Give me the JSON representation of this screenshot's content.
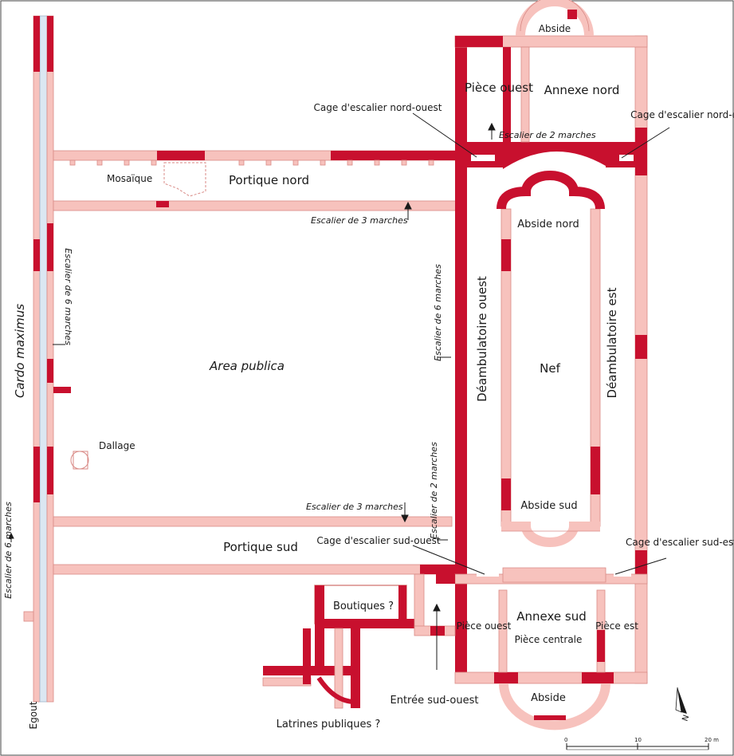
{
  "colors": {
    "wall_extant": "#c8102e",
    "wall_restored": "#f7c2bd",
    "outline": "#d98a86",
    "water": "#dbe7f2",
    "text": "#1a1a1a"
  },
  "labels": {
    "abside_top": "Abside",
    "piece_ouest": "Pièce ouest",
    "annexe_nord": "Annexe nord",
    "cage_nord_ouest": "Cage d'escalier nord-ouest",
    "cage_nord_est": "Cage d'escalier nord-est",
    "escalier_2_top": "Escalier de 2 marches",
    "mosaique": "Mosaïque",
    "portique_nord": "Portique nord",
    "escalier_3_top": "Escalier de 3 marches",
    "abside_nord": "Abside nord",
    "deambulatoire_ouest": "Déambulatoire ouest",
    "deambulatoire_est": "Déambulatoire est",
    "nef": "Nef",
    "cardo_maximus": "Cardo maximus",
    "escalier_6_left": "Escalier de 6 marches",
    "escalier_6_mid": "Escalier de 6 marches",
    "escalier_6_far": "Escalier de 6 marches",
    "area_publica": "Area publica",
    "dallage": "Dallage",
    "escalier_2_side": "Escalier de 2 marches",
    "escalier_3_bottom": "Escalier de 3 marches",
    "abside_sud": "Abside sud",
    "portique_sud": "Portique sud",
    "cage_sud_ouest": "Cage d'escalier sud-ouest",
    "cage_sud_est": "Cage d'escalier sud-est",
    "boutiques": "Boutiques ?",
    "annexe_sud": "Annexe sud",
    "piece_ouest_sud": "Pièce ouest",
    "piece_centrale": "Pièce centrale",
    "piece_est": "Pièce est",
    "abside_bottom": "Abside",
    "egout": "Egout",
    "latrines": "Latrines publiques ?",
    "entree": "Entrée sud-ouest",
    "north": "N"
  },
  "scale": {
    "ticks": [
      "0",
      "10",
      "20 m"
    ]
  }
}
